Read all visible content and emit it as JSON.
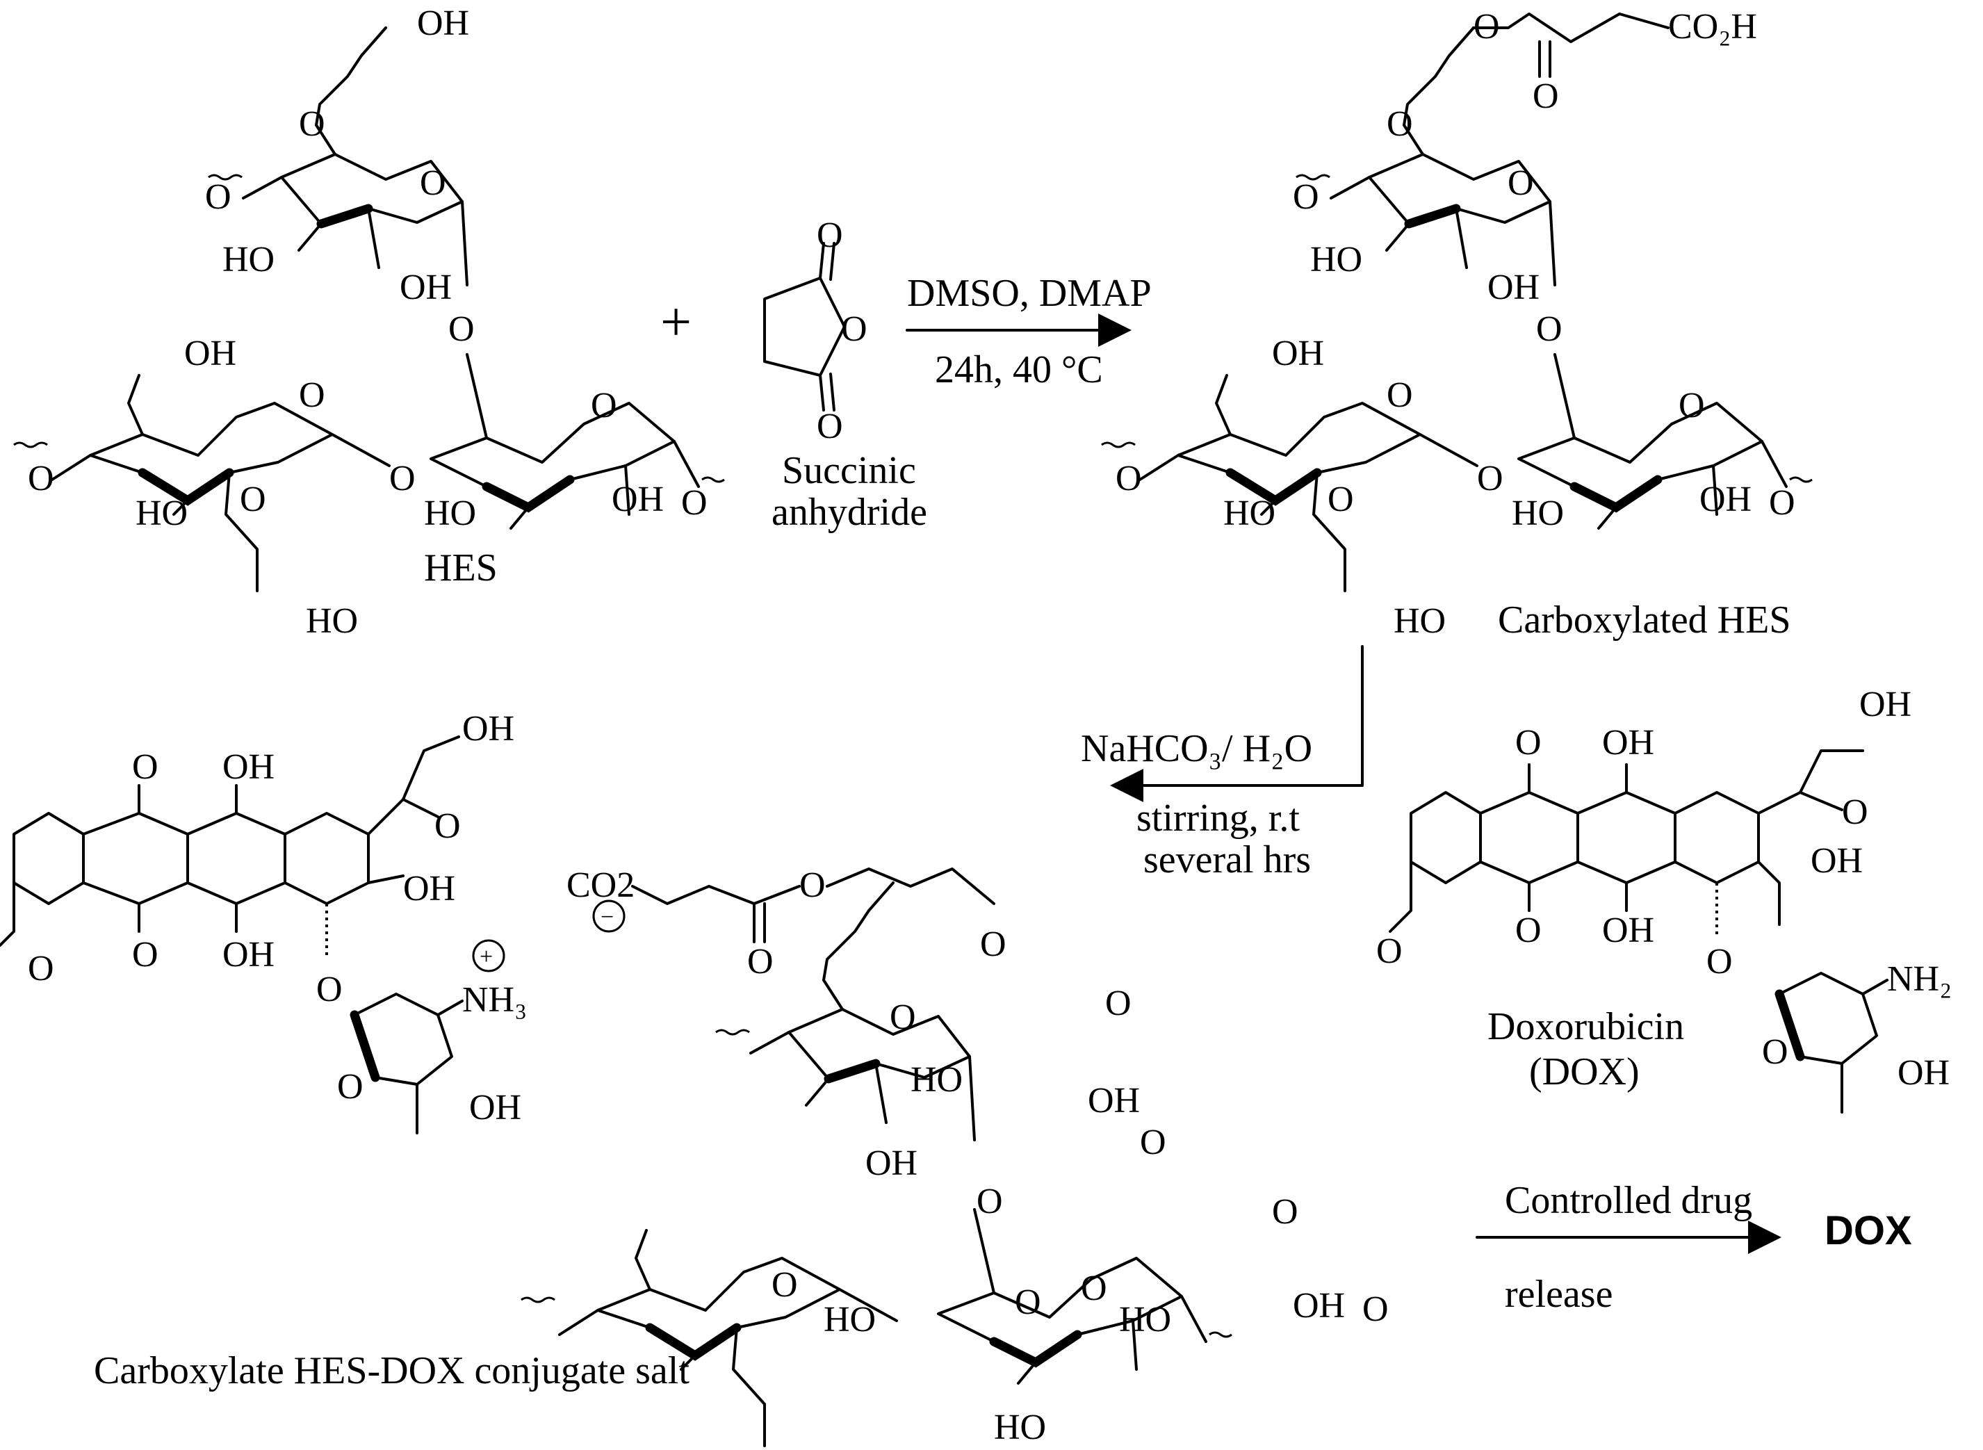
{
  "labels": {
    "hes": "HES",
    "plus": "+",
    "succinic_anhydride_line1": "Succinic",
    "succinic_anhydride_line2": "anhydride",
    "carboxylated_hes": "Carboxylated HES",
    "doxorubicin_line1": "Doxorubicin",
    "doxorubicin_line2": "(DOX)",
    "conjugate_salt": "Carboxylate HES-DOX conjugate salt",
    "dox_product": "DOX"
  },
  "conditions": {
    "step1_line1": "DMSO, DMAP",
    "step1_line2": "24h, 40 °C",
    "step2_reagent": "NaHCO₃/ H₂O",
    "step2_line2": "stirring, r.t",
    "step2_line3": "several hrs",
    "step3_line1": "Controlled drug",
    "step3_line2": "release"
  },
  "atoms": {
    "oh": "OH",
    "ho": "HO",
    "o": "O",
    "co2h": "CO₂H",
    "nh2": "NH₂",
    "nh3": "NH₃",
    "plus_charge": "+",
    "minus_charge": "−",
    "co2": "CO2"
  }
}
